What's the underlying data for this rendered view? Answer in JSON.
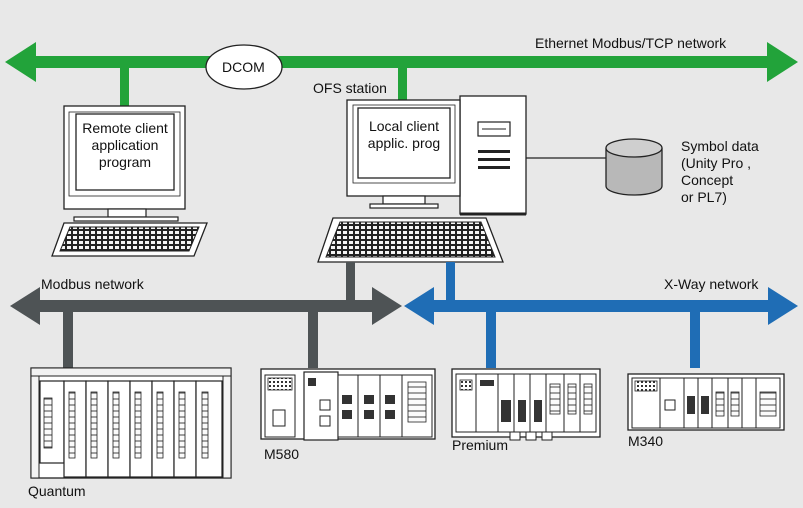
{
  "networks": {
    "ethernet": "Ethernet Modbus/TCP network",
    "modbus": "Modbus network",
    "xway": "X-Way network",
    "dcom": "DCOM"
  },
  "stations": {
    "ofs": "OFS station",
    "remote_client": [
      "Remote client",
      "application",
      "program"
    ],
    "local_client": [
      "Local client",
      "applic. prog"
    ],
    "symbol_data": [
      "Symbol data",
      "(Unity Pro ,",
      "Concept",
      "or PL7)"
    ]
  },
  "plcs": {
    "quantum": "Quantum",
    "m580": "M580",
    "premium": "Premium",
    "m340": "M340"
  },
  "colors": {
    "ethernet": "#22a33a",
    "modbus": "#4e5355",
    "xway": "#1f6db5",
    "background": "#e8e8e8"
  }
}
